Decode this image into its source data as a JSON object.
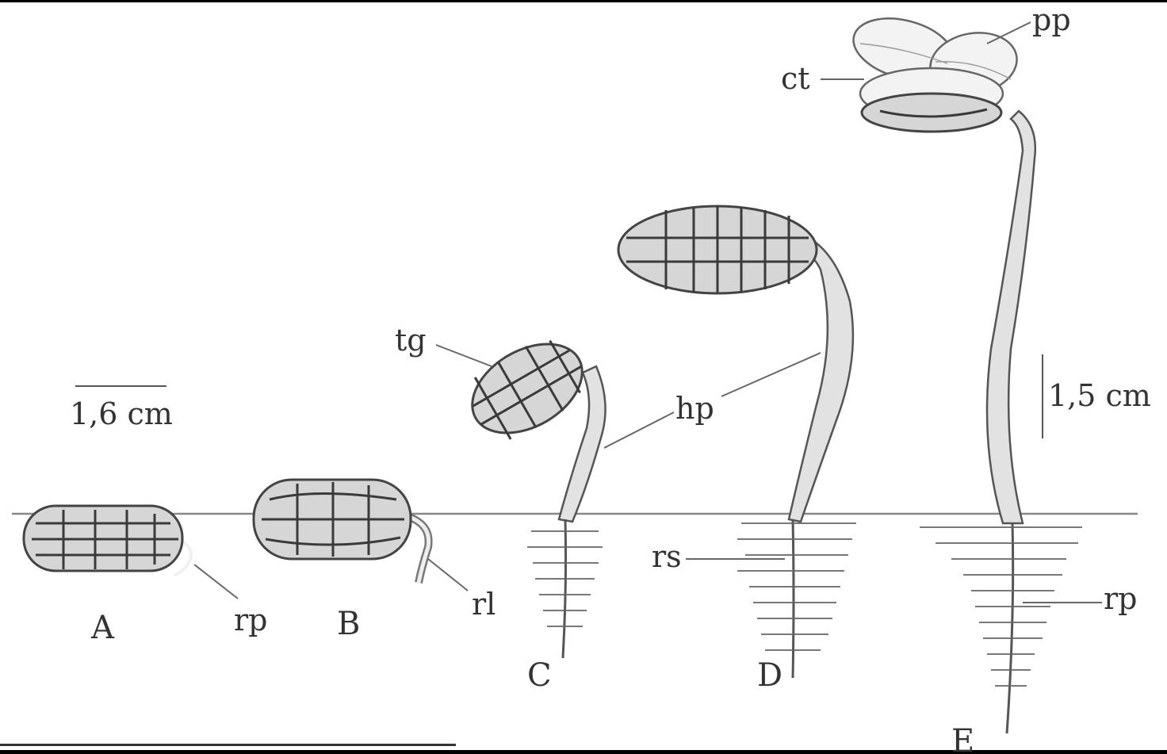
{
  "stages": {
    "A": "A",
    "B": "B",
    "C": "C",
    "D": "D",
    "E": "E"
  },
  "parts": {
    "rp_a": "rp",
    "rl": "rl",
    "tg": "tg",
    "hp": "hp",
    "rs": "rs",
    "ct": "ct",
    "pp": "pp",
    "rp_e": "rp"
  },
  "scale_bars": {
    "left": "1,6 cm",
    "right": "1,5 cm"
  },
  "colors": {
    "background": "#ffffff",
    "frame": "#000000",
    "ink": "#333333"
  }
}
